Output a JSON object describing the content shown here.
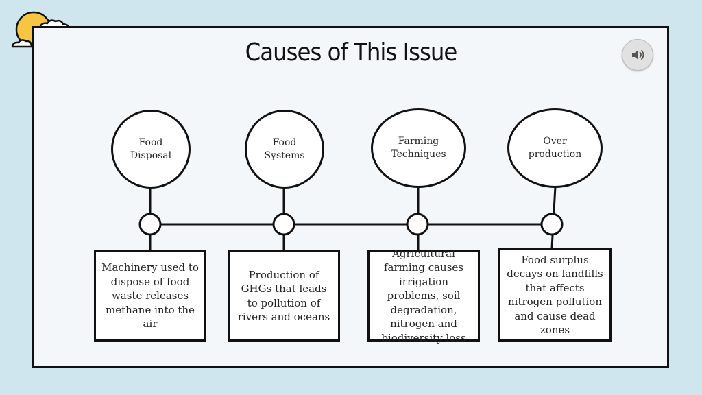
{
  "title": "Causes of This Issue",
  "colors": {
    "background": "#cfe6ee",
    "slide": "#f3f7fa",
    "outline": "#111111",
    "sun": "#f6c643"
  },
  "icons": {
    "speaker": "speaker-icon",
    "decoration": "sun-cloud-icon"
  },
  "causes": [
    {
      "heading": [
        "Food",
        "Disposal"
      ],
      "detail": "Machinery used to dispose of food waste releases methane into the air"
    },
    {
      "heading": [
        "Food",
        "Systems"
      ],
      "detail": "Production of GHGs that leads to pollution of rivers and oceans"
    },
    {
      "heading": [
        "Farming",
        "Techniques"
      ],
      "detail": "Agricultural farming causes irrigation problems, soil degradation, nitrogen and biodiversity loss"
    },
    {
      "heading": [
        "Over",
        "production"
      ],
      "detail": "Food surplus decays on landfills that affects nitrogen pollution and cause dead zones"
    }
  ]
}
